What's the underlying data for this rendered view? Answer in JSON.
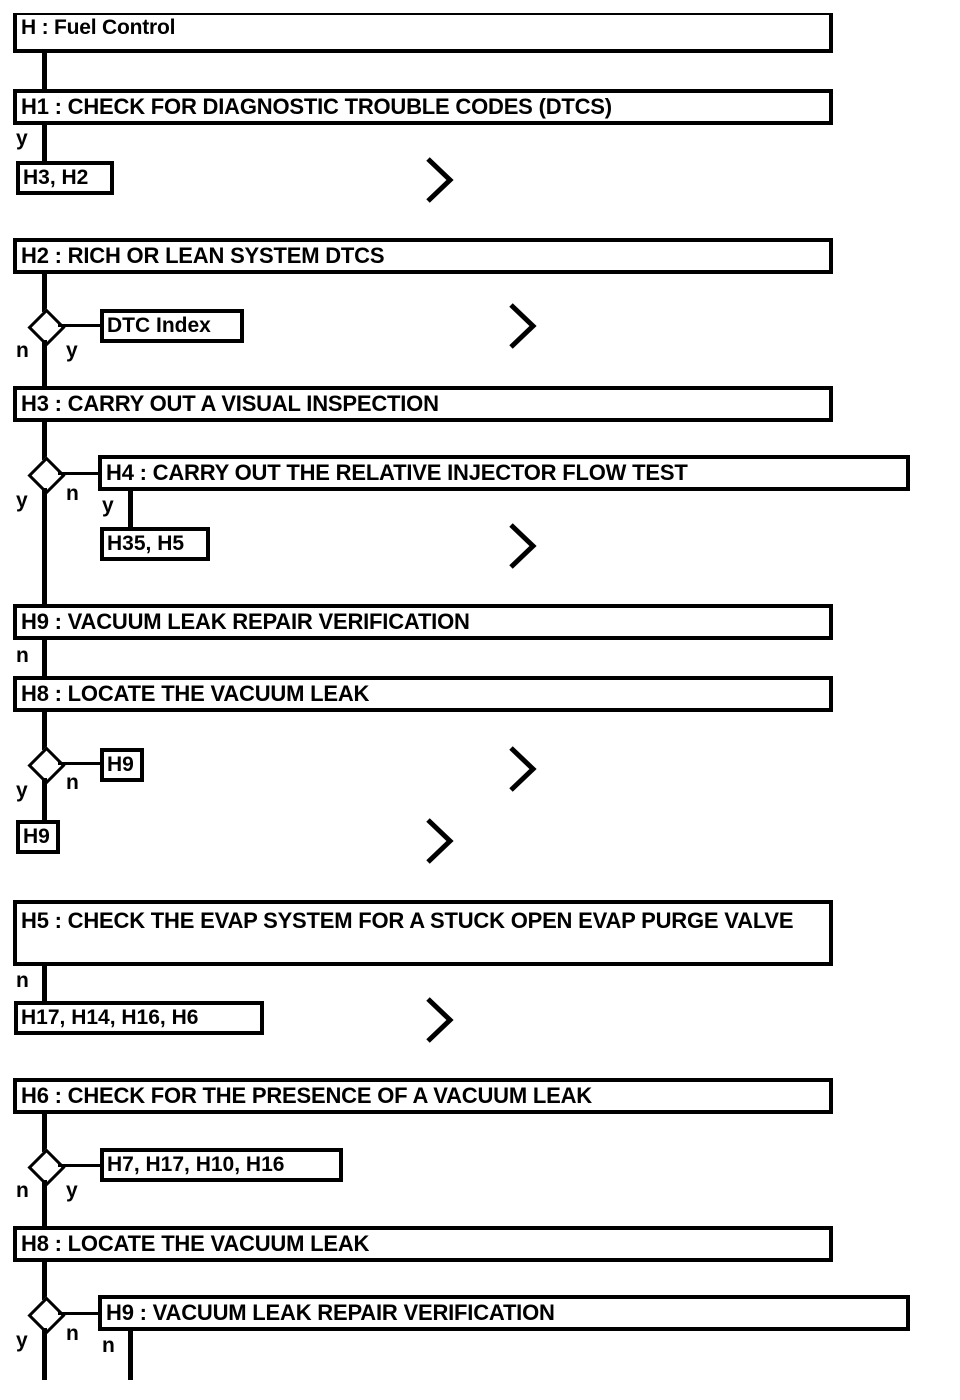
{
  "document": {
    "title": "H : Fuel Control",
    "type": "diagnostic-flowchart"
  },
  "nodes": {
    "title": {
      "label": "H : Fuel Control"
    },
    "h1": {
      "label": "H1 : CHECK FOR DIAGNOSTIC TROUBLE CODES (DTCS)"
    },
    "h3h2_ref": {
      "label": "H3, H2"
    },
    "h2": {
      "label": "H2 : RICH OR LEAN SYSTEM DTCS"
    },
    "dtc_index": {
      "label": "DTC Index"
    },
    "h3": {
      "label": "H3 : CARRY OUT A VISUAL INSPECTION"
    },
    "h4": {
      "label": "H4 : CARRY OUT THE RELATIVE INJECTOR FLOW TEST"
    },
    "h35h5_ref": {
      "label": "H35, H5"
    },
    "h9_top": {
      "label": "H9 : VACUUM LEAK REPAIR VERIFICATION"
    },
    "h8_top": {
      "label": "H8 : LOCATE THE VACUUM LEAK"
    },
    "h9_ref_a": {
      "label": "H9"
    },
    "h9_ref_b": {
      "label": "H9"
    },
    "h5": {
      "label": "H5 : CHECK THE EVAP SYSTEM FOR A STUCK OPEN EVAP PURGE VALVE"
    },
    "h17_ref": {
      "label": "H17, H14, H16, H6"
    },
    "h6": {
      "label": "H6 : CHECK FOR THE PRESENCE OF A VACUUM LEAK"
    },
    "h7_ref": {
      "label": "H7, H17, H10, H16"
    },
    "h8_bottom": {
      "label": "H8 : LOCATE THE VACUUM LEAK"
    },
    "h9_bottom": {
      "label": "H9 : VACUUM LEAK REPAIR VERIFICATION"
    }
  },
  "branch_labels": {
    "h1_yes": "y",
    "h2_no": "n",
    "h2_yes": "y",
    "h3_yes": "y",
    "h3_no": "n",
    "h4_yes": "y",
    "h9top_no": "n",
    "h8top_yes": "y",
    "h8top_no": "n",
    "h5_no": "n",
    "h6_no": "n",
    "h6_yes": "y",
    "h8bot_yes": "y",
    "h8bot_no": "n",
    "h9bot_no": "n"
  },
  "connectors": {
    "offpage_symbol": "chevron-right",
    "count": 6
  },
  "colors": {
    "stroke": "#000000",
    "fill": "#ffffff",
    "text": "#000000"
  }
}
